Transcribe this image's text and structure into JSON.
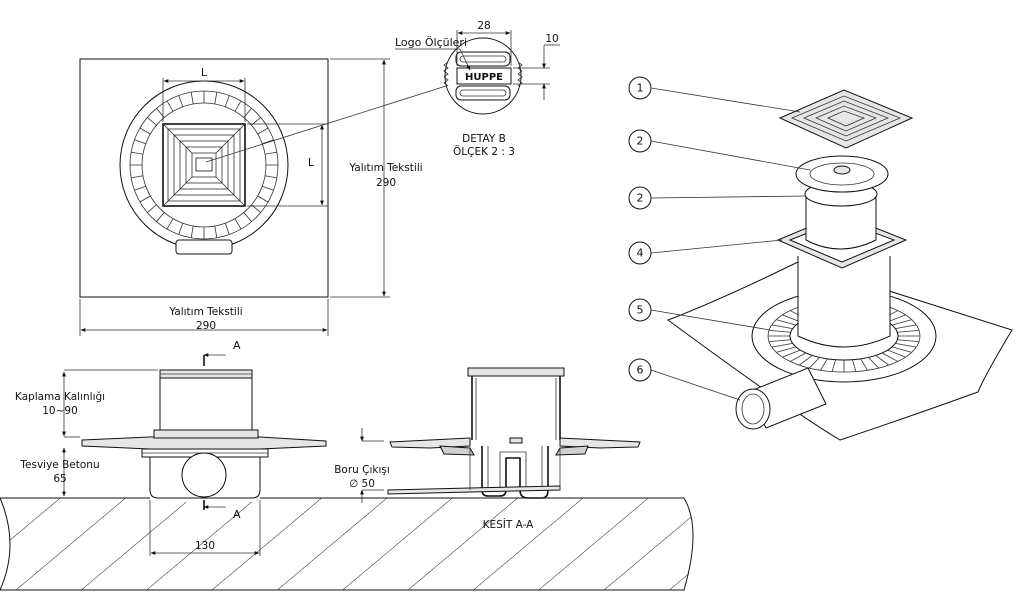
{
  "top_view": {
    "dim_L_horizontal": "L",
    "dim_L_vertical": "L",
    "insulation_right_label": "Yalıtım Tekstili",
    "insulation_right_value": "290",
    "insulation_bottom_label": "Yalıtım Tekstili",
    "insulation_bottom_value": "290"
  },
  "detail_b": {
    "logo_label": "Logo Ölçüleri",
    "dim_width": "28",
    "dim_height": "10",
    "logo_text": "HUPPE",
    "title": "DETAY B",
    "scale": "ÖLÇEK 2 : 3"
  },
  "side_view": {
    "section_marker_top": "A",
    "section_marker_bottom": "A",
    "coating_label": "Kaplama Kalınlığı",
    "coating_value": "10~90",
    "screed_label": "Tesviye Betonu",
    "screed_value": "65",
    "width_dim": "130"
  },
  "section_view": {
    "outlet_label": "Boru Çıkışı",
    "outlet_value": "∅ 50",
    "title": "KESİT A-A"
  },
  "exploded_view": {
    "balloons": [
      "1",
      "2",
      "2",
      "4",
      "5",
      "6"
    ]
  }
}
